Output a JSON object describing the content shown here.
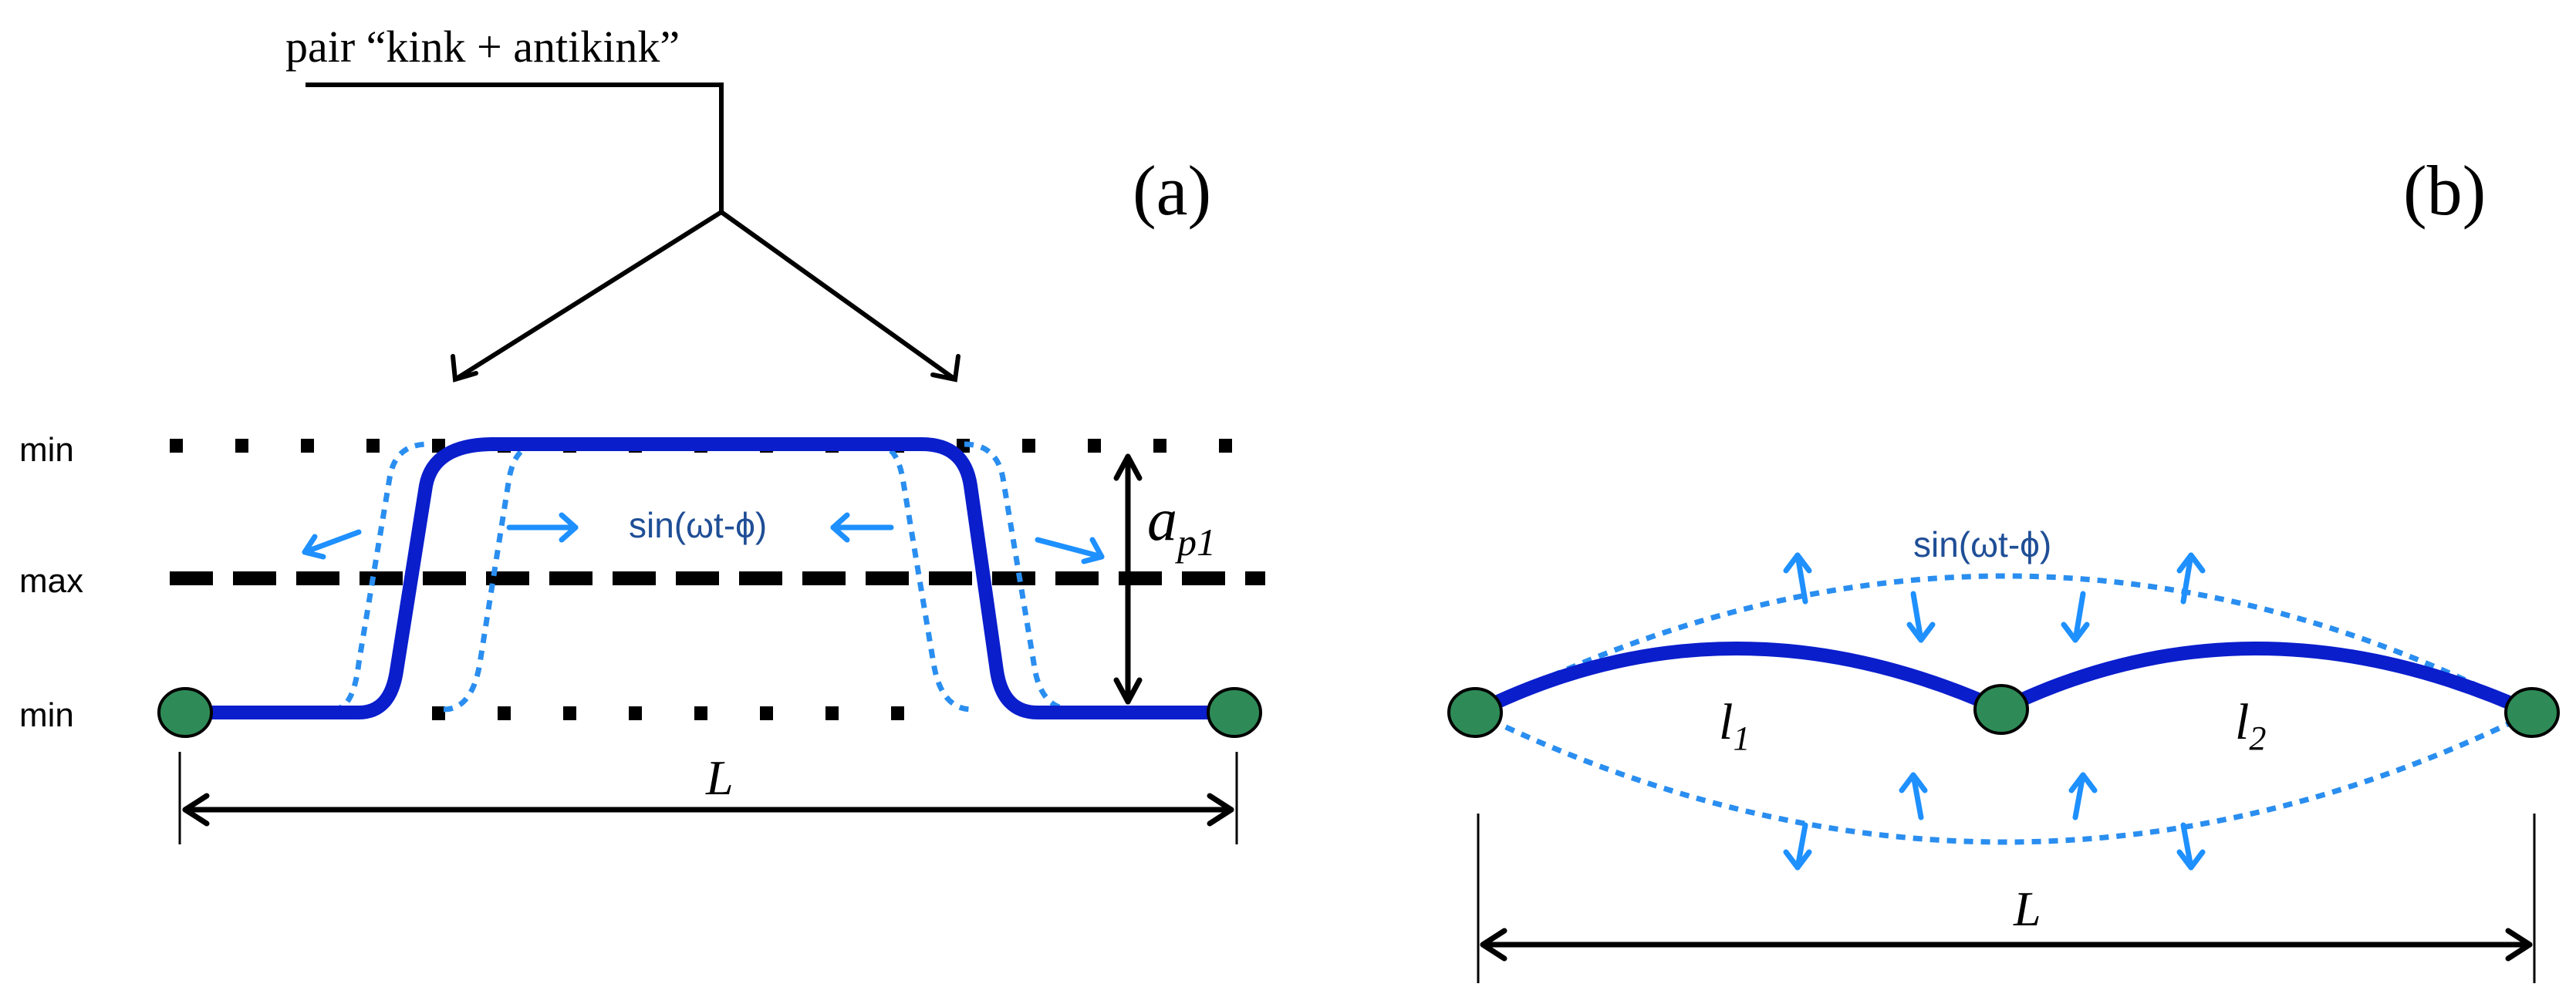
{
  "panel_a": {
    "caption": "pair “kink + antikink”",
    "label": "(a)",
    "level_labels": {
      "top": "min",
      "middle": "max",
      "bottom": "min"
    },
    "oscillation_text": "sin(ωt-ϕ)",
    "amplitude_label": {
      "base": "a",
      "sub": "p1"
    },
    "length_label": "L"
  },
  "panel_b": {
    "label": "(b)",
    "oscillation_text": "sin(ωt-ϕ)",
    "segment_labels": [
      {
        "base": "l",
        "sub": "1"
      },
      {
        "base": "l",
        "sub": "2"
      }
    ],
    "length_label": "L"
  },
  "colors": {
    "string": "#0a1ecc",
    "dotted": "#2a8ef0",
    "arrow_blue": "#1e90ff",
    "text_blue": "#1f4e96",
    "node_fill": "#2e8b57",
    "black": "#000000"
  }
}
